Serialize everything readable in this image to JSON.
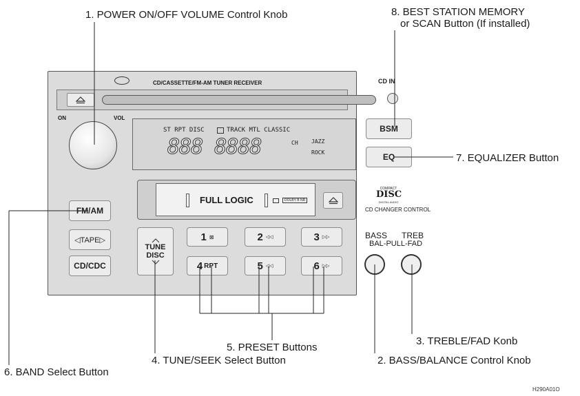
{
  "callouts": {
    "power_volume": "1. POWER ON/OFF VOLUME Control Knob",
    "bsm_line1": "8. BEST STATION MEMORY",
    "bsm_line2": "or SCAN Button (If installed)",
    "equalizer": "7. EQUALIZER Button",
    "treble": "3. TREBLE/FAD Konb",
    "preset": "5. PRESET Buttons",
    "tune": "4. TUNE/SEEK Select Button",
    "bass": "2. BASS/BALANCE Control Knob",
    "band": "6. BAND Select Button"
  },
  "unit": {
    "model_text": "CD/CASSETTE/FM-AM TUNER RECEIVER",
    "cd_in": "CD IN",
    "on": "ON",
    "vol": "VOL",
    "lcd_top": "ST  RPT  DISC",
    "lcd_track": "TRACK  MTL  CLASSIC",
    "lcd_digits": "888 8888",
    "lcd_ch": "CH",
    "lcd_jazz": "JAZZ",
    "lcd_rock": "ROCK",
    "full_logic": "FULL LOGIC",
    "dolby": "DOLBY B NR",
    "cd_changer": "CD CHANGER CONTROL",
    "disc_logo_top": "COMPACT",
    "disc_logo": "DISC",
    "disc_logo_bottom": "DIGITAL AUDIO",
    "bass_label": "BASS",
    "treb_label": "TREB",
    "bal_pull_fad": "BAL-PULL-FAD"
  },
  "buttons": {
    "bsm": "BSM",
    "eq": "EQ",
    "fm_am": "FM/AM",
    "tape": "◁TAPE▷",
    "cd_cdc": "CD/CDC",
    "tune_line1": "TUNE",
    "tune_line2": "DISC",
    "p1": "1",
    "p1_sub": "⊠",
    "p2": "2",
    "p2_sub": "◁◁",
    "p3": "3",
    "p3_sub": "▷▷",
    "p4": "4",
    "p4_sub": "RPT",
    "p5": "5",
    "p5_sub": "◁◁",
    "p6": "6",
    "p6_sub": "▷▷"
  },
  "footer": {
    "code": "H290A01O"
  },
  "icons": {
    "eject": "eject-icon",
    "tune_up": "chevron-up-icon",
    "tune_down": "chevron-down-icon",
    "logo": "brand-logo-icon"
  }
}
